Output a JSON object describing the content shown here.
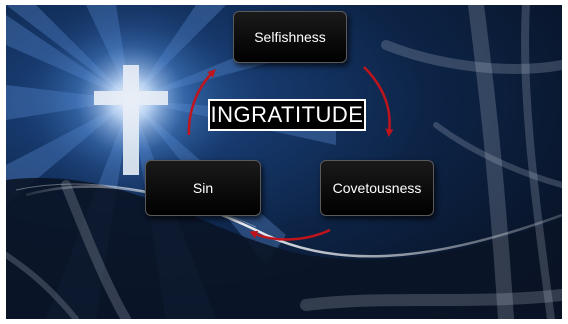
{
  "diagram": {
    "center_title": "INGRATITUDE",
    "nodes": [
      {
        "id": "top",
        "label": "Selfishness"
      },
      {
        "id": "right",
        "label": "Covetousness"
      },
      {
        "id": "left",
        "label": "Sin"
      }
    ],
    "cycle_order": [
      "Selfishness",
      "Covetousness",
      "Sin"
    ],
    "arrow_color": "#c0141c",
    "box_color": "#000000",
    "text_color": "#ffffff"
  },
  "background": {
    "base_color": "#0d2447",
    "glow_color": "#ffffff",
    "cross_icon": "cross-icon"
  }
}
